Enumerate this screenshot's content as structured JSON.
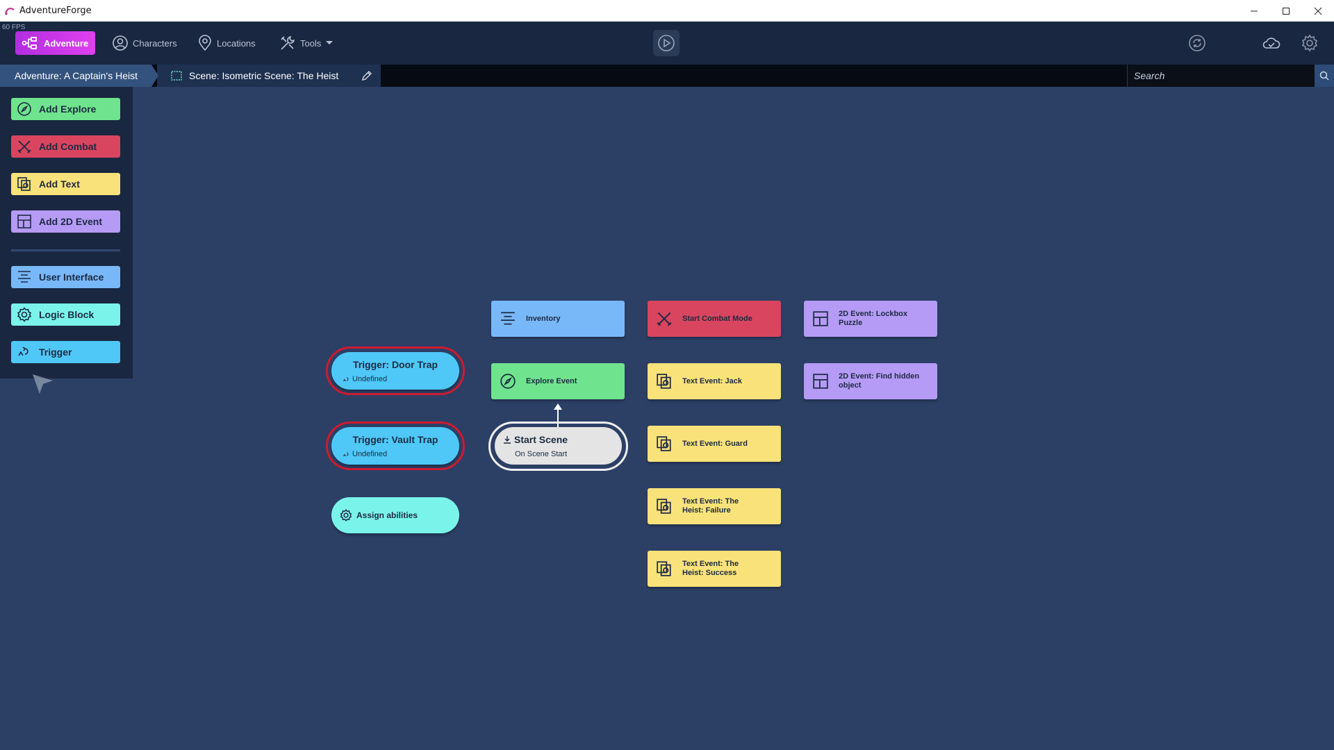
{
  "window": {
    "title": "AdventureForge",
    "fps": "60 FPS"
  },
  "topnav": {
    "adventure": "Adventure",
    "characters": "Characters",
    "locations": "Locations",
    "tools": "Tools"
  },
  "breadcrumb": {
    "adventure": "Adventure: A Captain's Heist",
    "scene": "Scene: Isometric Scene: The Heist"
  },
  "search": {
    "placeholder": "Search"
  },
  "sidebar": {
    "add_explore": "Add Explore",
    "add_combat": "Add Combat",
    "add_text": "Add Text",
    "add_2d_event": "Add 2D Event",
    "user_interface": "User Interface",
    "logic_block": "Logic Block",
    "trigger": "Trigger"
  },
  "graph": {
    "trigger_door": {
      "title": "Trigger: Door Trap",
      "sub": "Undefined"
    },
    "trigger_vault": {
      "title": "Trigger: Vault Trap",
      "sub": "Undefined"
    },
    "assign": "Assign abilities",
    "inventory": "Inventory",
    "explore": "Explore Event",
    "start_scene": {
      "title": "Start Scene",
      "sub": "On Scene Start"
    },
    "combat_mode": "Start Combat Mode",
    "text_jack": "Text Event: Jack",
    "text_guard": "Text Event: Guard",
    "text_failure": "Text Event: The Heist: Failure",
    "text_success": "Text Event: The Heist: Success",
    "lockbox": "2D Event: Lockbox Puzzle",
    "hidden_object": "2D Event: Find hidden object"
  },
  "colors": {
    "canvas": "#2c4066",
    "panel": "#1a2740",
    "explore": "#6fe38d",
    "combat": "#d9455f",
    "text": "#fae27a",
    "event2d": "#b59bf5",
    "ui": "#78b8f8",
    "logic": "#7af4ea",
    "trigger": "#4fc8f7",
    "accent": "#b22ee0"
  }
}
